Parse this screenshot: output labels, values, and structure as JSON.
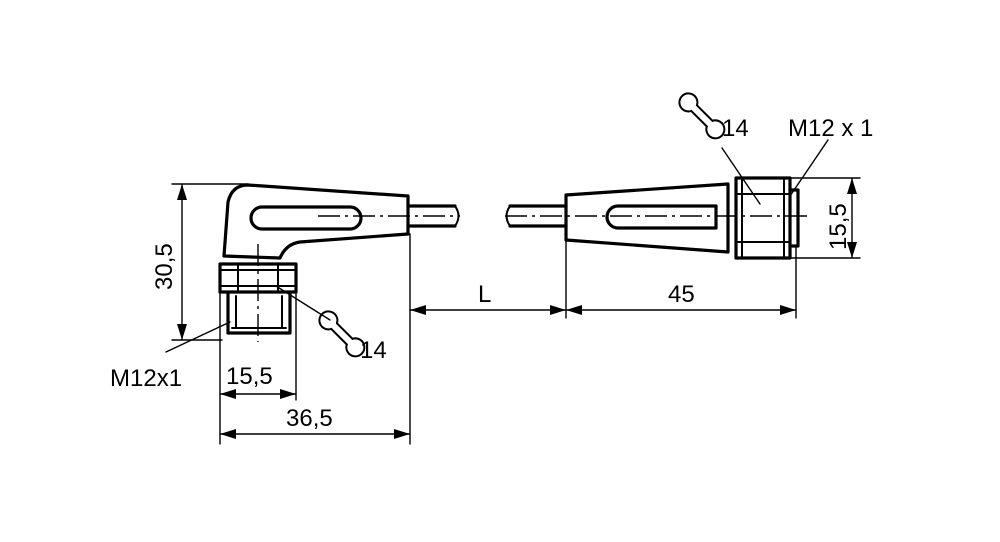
{
  "dimensions": {
    "left_height": "30,5",
    "left_thread": "M12x1",
    "left_wrench_size": "14",
    "left_nut_width": "15,5",
    "left_total_width": "36,5",
    "cable_length": "L",
    "right_length": "45",
    "right_wrench_size": "14",
    "right_thread": "M12 x 1",
    "right_nut_height": "15,5"
  },
  "icons": {
    "left_wrench": "wrench-icon",
    "right_wrench": "wrench-icon"
  }
}
